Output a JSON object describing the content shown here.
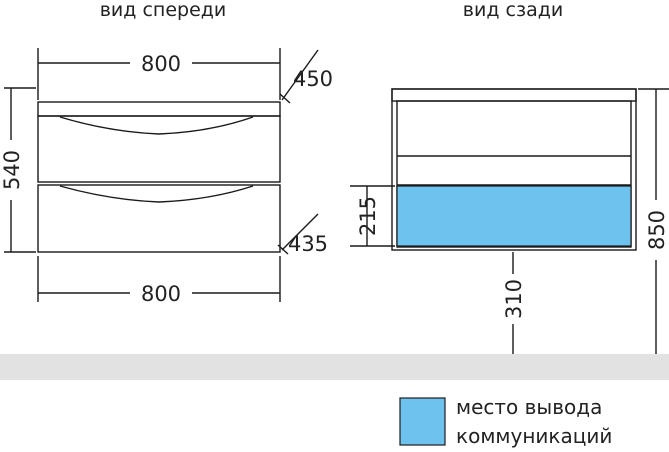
{
  "views": {
    "front_title": "вид спереди",
    "back_title": "вид сзади"
  },
  "dimensions": {
    "front_top_width": "800",
    "front_bottom_width": "800",
    "front_height": "540",
    "top_depth": "450",
    "bottom_depth": "435",
    "back_section_height": "215",
    "back_total_height": "850",
    "back_outlet_height": "310"
  },
  "legend": {
    "line1": "место вывода",
    "line2": "коммуникаций",
    "swatch_color": "#6ec3ee"
  },
  "colors": {
    "floor": "#e2e2e2",
    "outlet_zone": "#6ec3ee",
    "line": "#1a1a1a"
  }
}
